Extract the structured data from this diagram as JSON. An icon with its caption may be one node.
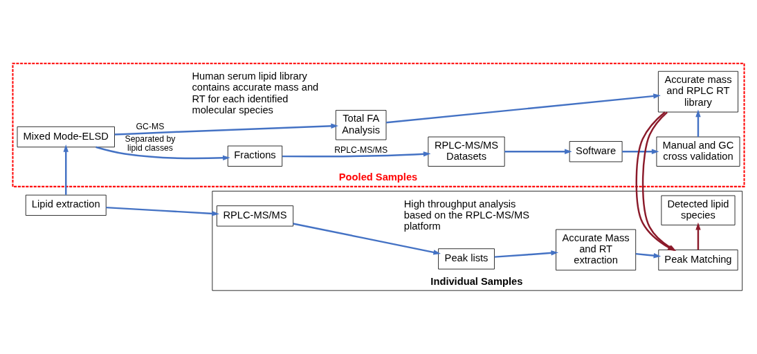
{
  "diagram": {
    "nodes": [
      {
        "text": [
          "Lipid extraction"
        ]
      },
      {
        "text": [
          "Pooled Samples"
        ]
      },
      {
        "text": [
          "Mixed Mode-ELSD"
        ],
        "in": 1
      },
      {
        "text": [
          "Fractions"
        ],
        "in": 1
      },
      {
        "text": [
          "RPLC-MS/MS Datasets"
        ],
        "in": 1
      },
      {
        "text": [
          "Software"
        ],
        "in": 1
      },
      {
        "text": [
          "Manual and GC cross validation"
        ],
        "in": 1
      },
      {
        "text": [
          "Total FA Analysis"
        ],
        "in": 1
      },
      {
        "text": [
          "Accurate mass and RPLC RT library"
        ],
        "in": 1
      },
      {
        "text": [
          "Individual Samples"
        ]
      },
      {
        "text": [
          "RPLC-MS/MS"
        ],
        "in": 9
      },
      {
        "text": [
          "Peak lists"
        ],
        "in": 9
      },
      {
        "text": [
          "Accurate Mass and RT extraction"
        ],
        "in": 9
      },
      {
        "text": [
          "Peak Matching"
        ],
        "in": 9
      },
      {
        "text": [
          "Detected lipid species"
        ],
        "in": 9
      }
    ],
    "edges": [
      {
        "from": 0,
        "to": 2,
        "arrow": "to"
      },
      {
        "from": 0,
        "to": 10,
        "arrow": "to"
      },
      {
        "from": 2,
        "to": 3,
        "arrow": "to",
        "label": "Separated by lipid classes"
      },
      {
        "from": 3,
        "to": 4,
        "arrow": "to",
        "label": "RPLC-MS/MS"
      },
      {
        "from": 4,
        "to": 5,
        "arrow": "to"
      },
      {
        "from": 5,
        "to": 6,
        "arrow": "to"
      },
      {
        "from": 2,
        "to": 7,
        "arrow": "to",
        "label": "GC-MS"
      },
      {
        "from": 7,
        "to": 8,
        "arrow": "to"
      },
      {
        "from": 6,
        "to": 8,
        "arrow": "to"
      },
      {
        "from": 8,
        "to": 13,
        "arrow": "to",
        "color": "#8b1a2a"
      },
      {
        "from": 10,
        "to": 11,
        "arrow": "to"
      },
      {
        "from": 11,
        "to": 12,
        "arrow": "to"
      },
      {
        "from": 12,
        "to": 13,
        "arrow": "to"
      },
      {
        "from": 13,
        "to": 14,
        "arrow": "to",
        "color": "#8b1a2a"
      }
    ],
    "labels": [
      "Human serum lipid library contains accurate mass and RT for each identified molecular species",
      "High throughput analysis based on the RPLC-MS/MS platform"
    ]
  }
}
